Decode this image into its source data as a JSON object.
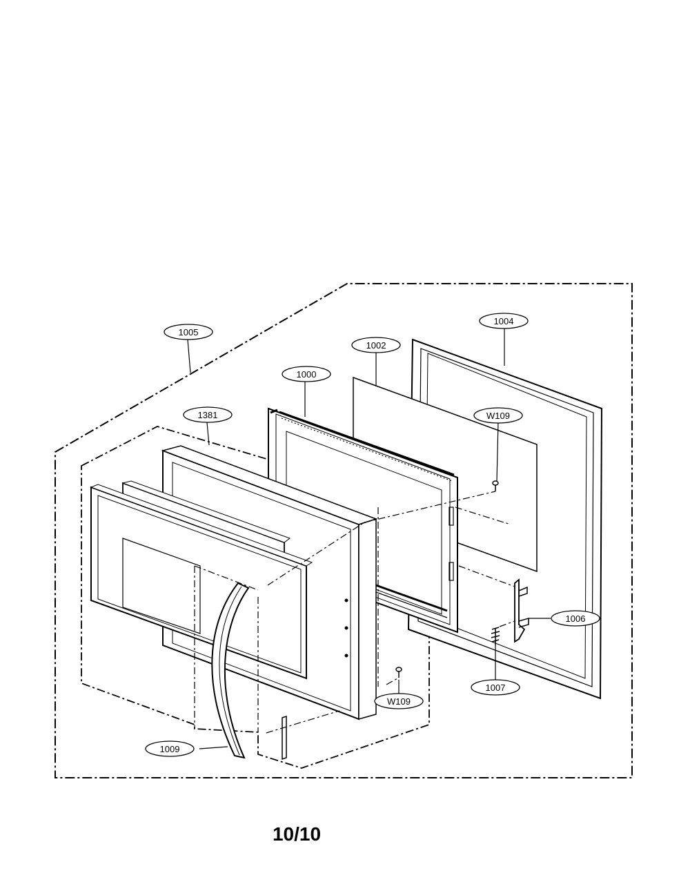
{
  "diagram": {
    "callouts": {
      "c1005": "1005",
      "c1004": "1004",
      "c1002": "1002",
      "c1000": "1000",
      "c1381": "1381",
      "cW109a": "W109",
      "cW109b": "W109",
      "c1006": "1006",
      "c1007": "1007",
      "c1009": "1009"
    }
  },
  "page": {
    "number": "10/10"
  }
}
